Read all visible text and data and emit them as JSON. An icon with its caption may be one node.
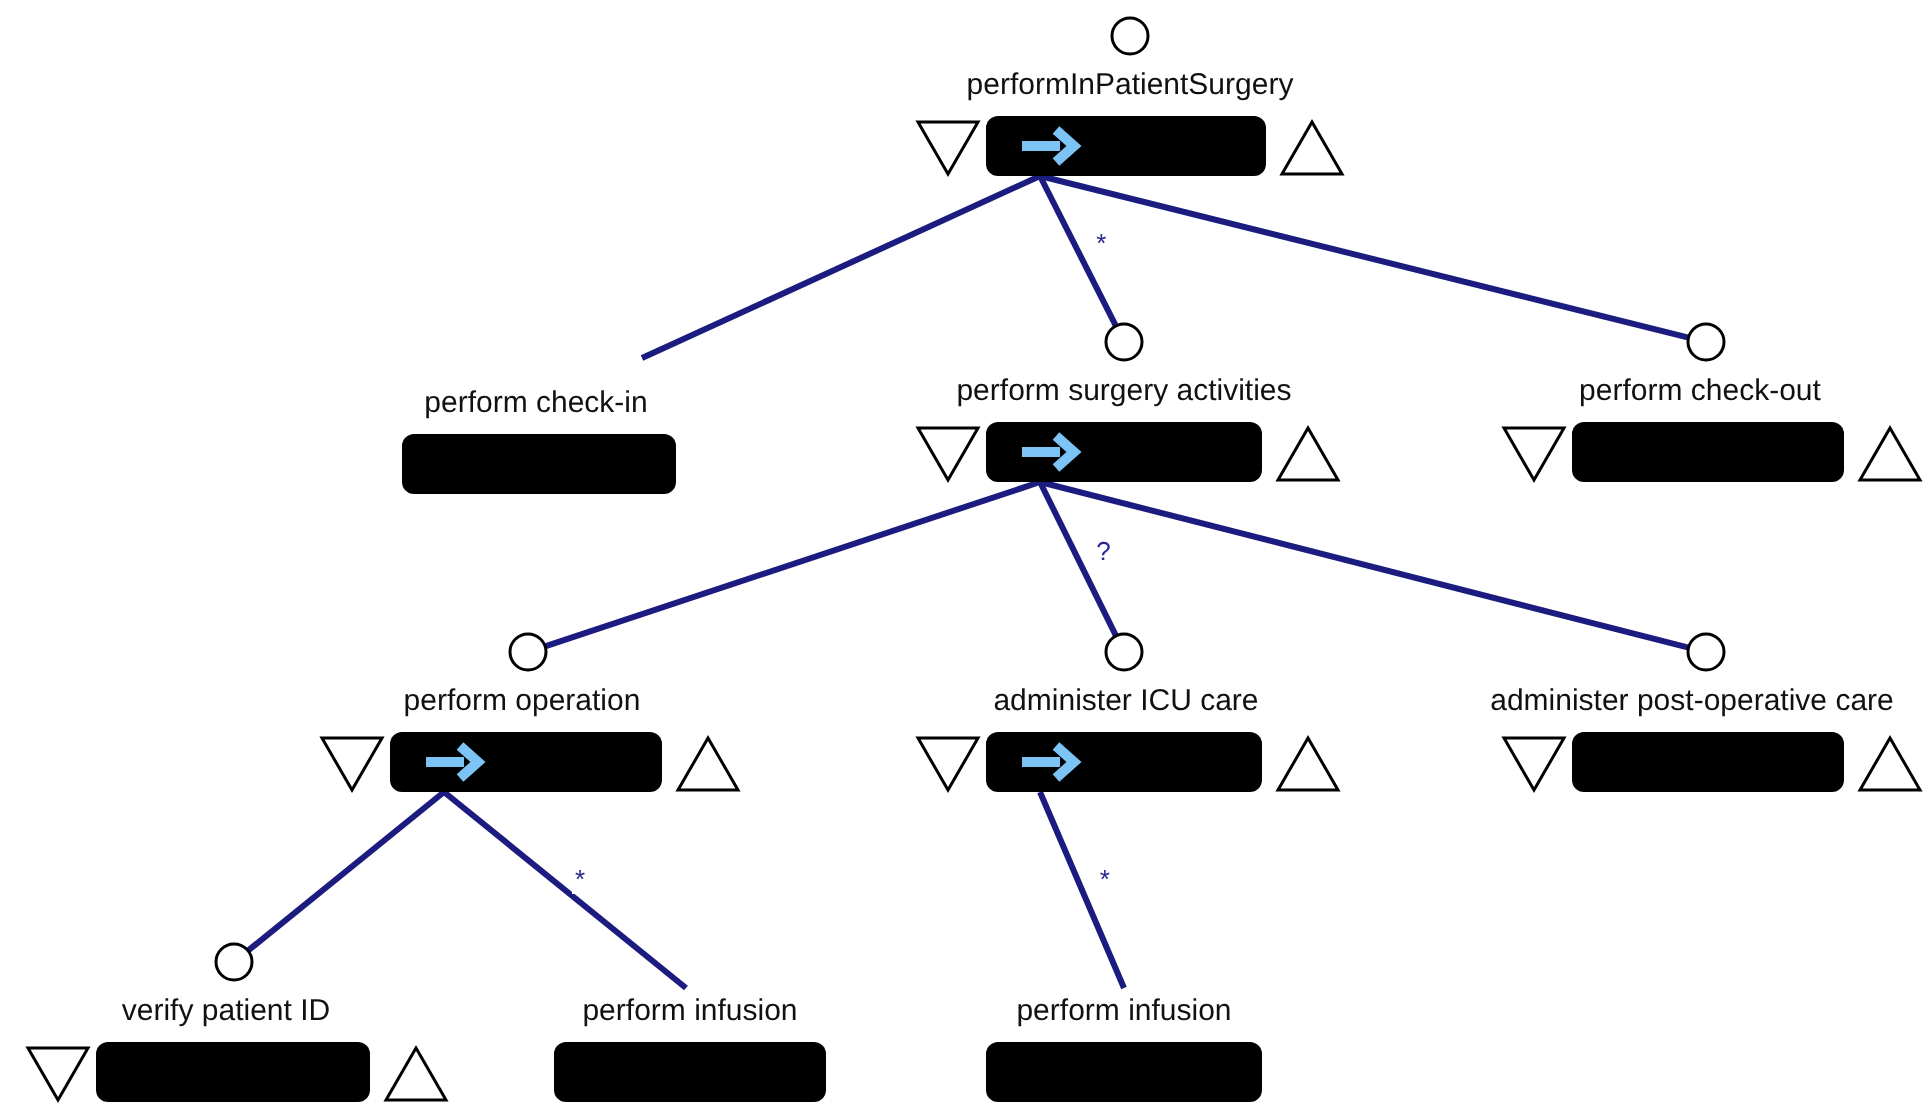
{
  "diagram": {
    "nodes": [
      {
        "text": [
          "performInPatientSurgery"
        ]
      },
      {
        "text": [
          "perform check-in"
        ]
      },
      {
        "text": [
          "perform surgery activities"
        ]
      },
      {
        "text": [
          "perform check-out"
        ]
      },
      {
        "text": [
          "perform operation"
        ]
      },
      {
        "text": [
          "administer ICU care"
        ]
      },
      {
        "text": [
          "administer post-operative care"
        ]
      },
      {
        "text": [
          "verify patient ID"
        ]
      },
      {
        "text": [
          "perform infusion"
        ]
      },
      {
        "text": [
          "perform infusion"
        ]
      }
    ],
    "edges": [
      {
        "from": 0,
        "to": 1,
        "arrow": "none"
      },
      {
        "from": 0,
        "to": 2,
        "arrow": "none",
        "label": "*"
      },
      {
        "from": 0,
        "to": 3,
        "arrow": "none"
      },
      {
        "from": 2,
        "to": 4,
        "arrow": "none"
      },
      {
        "from": 2,
        "to": 5,
        "arrow": "none",
        "label": "?"
      },
      {
        "from": 2,
        "to": 6,
        "arrow": "none"
      },
      {
        "from": 4,
        "to": 7,
        "arrow": "none"
      },
      {
        "from": 4,
        "to": 8,
        "arrow": "none",
        "label": "*"
      },
      {
        "from": 5,
        "to": 9,
        "arrow": "none",
        "label": "*"
      }
    ]
  }
}
